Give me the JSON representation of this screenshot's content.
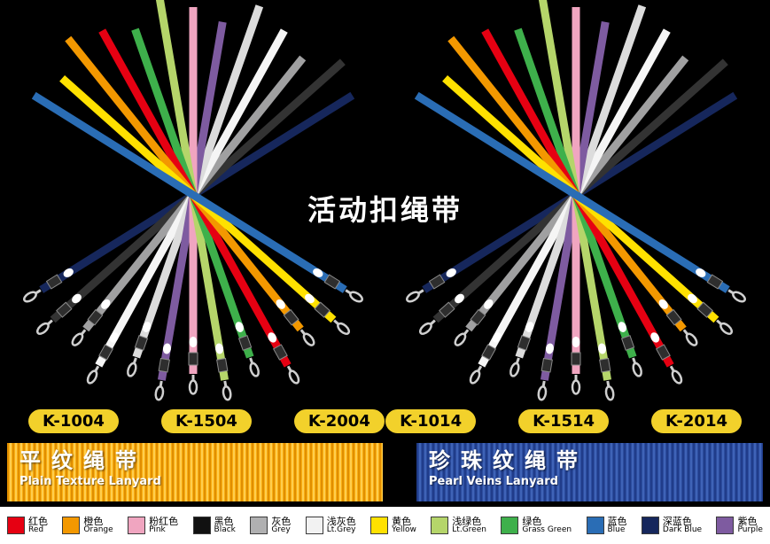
{
  "page": {
    "center_title": "活动扣绳带"
  },
  "models": {
    "left": [
      "K-1004",
      "K-1504",
      "K-2004"
    ],
    "right": [
      "K-1014",
      "K-1514",
      "K-2014"
    ]
  },
  "banners": {
    "left": {
      "title": "平纹绳带",
      "subtitle": "Plain Texture Lanyard",
      "color": "#f9ae12"
    },
    "right": {
      "title": "珍珠纹绳带",
      "subtitle": "Pearl Veins Lanyard",
      "color": "#2c4d9f"
    }
  },
  "palette": [
    {
      "cn": "红色",
      "en": "Red",
      "hex": "#e60012"
    },
    {
      "cn": "橙色",
      "en": "Orange",
      "hex": "#f39800"
    },
    {
      "cn": "粉红色",
      "en": "Pink",
      "hex": "#f0a5c0"
    },
    {
      "cn": "黑色",
      "en": "Black",
      "hex": "#111111"
    },
    {
      "cn": "灰色",
      "en": "Grey",
      "hex": "#b0b0b1"
    },
    {
      "cn": "浅灰色",
      "en": "Lt.Grey",
      "hex": "#f2f2f2"
    },
    {
      "cn": "黄色",
      "en": "Yellow",
      "hex": "#ffe100"
    },
    {
      "cn": "浅绿色",
      "en": "Lt.Green",
      "hex": "#b5d56a"
    },
    {
      "cn": "绿色",
      "en": "Grass Green",
      "hex": "#3eb04b"
    },
    {
      "cn": "蓝色",
      "en": "Blue",
      "hex": "#2a6db5"
    },
    {
      "cn": "深蓝色",
      "en": "Dark Blue",
      "hex": "#16275c"
    },
    {
      "cn": "紫色",
      "en": "Purple",
      "hex": "#7e5ba0"
    }
  ],
  "lanyards": {
    "left": [
      "#16275c",
      "#333333",
      "#a0a0a1",
      "#f5f5f5",
      "#dcdcdc",
      "#7e5ba0",
      "#f0a5c0",
      "#b5d56a",
      "#3eb04b",
      "#e60012",
      "#f39800",
      "#ffe100",
      "#2a6db5"
    ],
    "right": [
      "#16275c",
      "#333333",
      "#a0a0a1",
      "#f5f5f5",
      "#dcdcdc",
      "#7e5ba0",
      "#f0a5c0",
      "#b5d56a",
      "#3eb04b",
      "#e60012",
      "#f39800",
      "#ffe100",
      "#2a6db5"
    ]
  }
}
